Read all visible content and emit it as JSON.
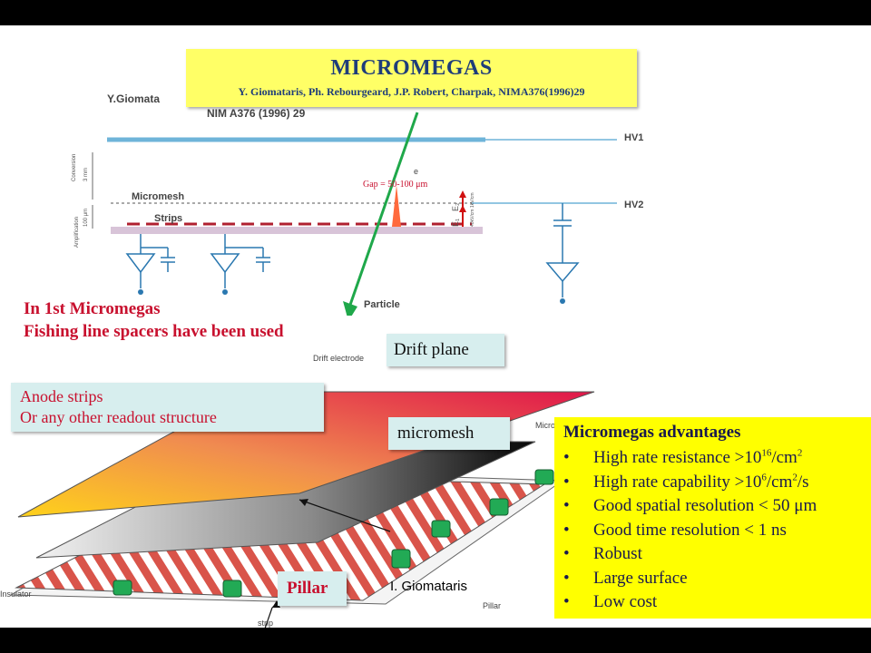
{
  "title": "MICROMEGAS",
  "subtitle": "Y. Giomataris, Ph. Rebourgeard, J.P. Robert, Charpak, NIMA376(1996)29",
  "schematic": {
    "author_label": "Y.Giomata",
    "ref_label": "NIM A376 (1996) 29",
    "hv1": "HV1",
    "hv2": "HV2",
    "micromesh": "Micromesh",
    "strips": "Strips",
    "gap": "Gap = 50-100 μm",
    "electron": "e",
    "particle": "Particle",
    "conversion": "Conversion",
    "amplification": "Amplification",
    "dim_3mm": "3 mm",
    "dim_100um": "100 μm",
    "field_e1": "E₁",
    "field_e2": "E₂",
    "field_values": "40kV/cm   1kV/cm"
  },
  "note": {
    "line1": "In 1st Micromegas",
    "line2": "Fishing line spacers have been used"
  },
  "labels": {
    "drift_plane": "Drift plane",
    "anode_line1": "Anode strips",
    "anode_line2": "Or any other readout structure",
    "micromesh": "micromesh",
    "pillar": "Pillar",
    "credit": "I. Giomataris",
    "drift_electrode": "Drift electrode",
    "micromesh_small": "Micromesh",
    "insulator": "Insulator",
    "pillar_small": "Pillar",
    "strip_small": "strip"
  },
  "advantages": {
    "title": "Micromegas advantages",
    "items": [
      {
        "text": "High rate resistance >10",
        "sup": "16",
        "tail": "/cm",
        "sup2": "2",
        "tail2": ""
      },
      {
        "text": "High rate capability >10",
        "sup": "6",
        "tail": "/cm",
        "sup2": "2",
        "tail2": "/s"
      },
      {
        "text": "Good spatial resolution < 50 μm",
        "sup": "",
        "tail": "",
        "sup2": "",
        "tail2": ""
      },
      {
        "text": "Good time resolution < 1 ns",
        "sup": "",
        "tail": "",
        "sup2": "",
        "tail2": ""
      },
      {
        "text": "Robust",
        "sup": "",
        "tail": "",
        "sup2": "",
        "tail2": ""
      },
      {
        "text": "Large surface",
        "sup": "",
        "tail": "",
        "sup2": "",
        "tail2": ""
      },
      {
        "text": "Low cost",
        "sup": "",
        "tail": "",
        "sup2": "",
        "tail2": ""
      }
    ]
  },
  "colors": {
    "title_bg": "#ffff66",
    "advantages_bg": "#ffff00",
    "note_text": "#c8102e",
    "label_box": "#d7eeee",
    "arrow": "#1fa84a"
  }
}
